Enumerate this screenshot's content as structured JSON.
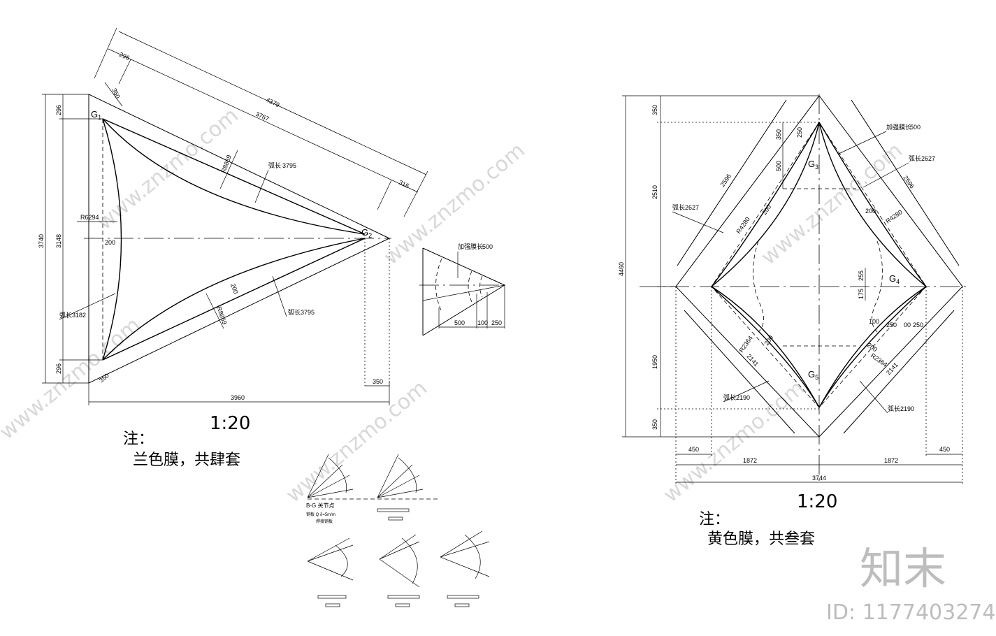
{
  "left_drawing": {
    "dims": {
      "top_4379": "4379",
      "top_296": "296",
      "top_350": "350",
      "top_3767": "3767",
      "top_316": "316",
      "left_3740": "3740",
      "left_3148": "3148",
      "left_296_top": "296",
      "left_296_bot": "296",
      "r6294": "R6294",
      "w200": "200",
      "arc_3182_prefix": "弧长",
      "arc_3182": "3182",
      "bottom_350_diag": "350",
      "bottom_3960": "3960",
      "bottom_350": "350",
      "r8869_upper": "R8869",
      "r8869_lower": "R8869",
      "w200_lower": "200",
      "arc_upper_prefix": "弧长",
      "arc_upper": "3795",
      "arc_lower_prefix": "弧长",
      "arc_lower": "3795"
    },
    "points": {
      "g1": "G",
      "g1_sub": "1",
      "g2": "G",
      "g2_sub": "2"
    },
    "scale": "1:20",
    "note_title": "注：",
    "note_body": "兰色膜，共肆套"
  },
  "detail": {
    "label_prefix": "加强膜长",
    "label_value": "500",
    "d500": "500",
    "d100": "100",
    "d250": "250"
  },
  "right_drawing": {
    "dims": {
      "h4460": "4460",
      "h2510": "2510",
      "h1950": "1950",
      "h350_top": "350",
      "h350_bot": "350",
      "v250": "250",
      "v350": "350",
      "v500": "500",
      "v255": "255",
      "v175": "175",
      "w450_left": "450",
      "w450_right": "450",
      "w1872_left": "1872",
      "w1872_right": "1872",
      "w3744": "3744",
      "r4280_left": "R4280",
      "r4280_right": "R4280",
      "r2364_left": "R2364",
      "r2364_right": "R2364",
      "d2596_left": "2596",
      "d2596_right": "2596",
      "d2141_left": "2141",
      "d2141_right": "2141",
      "d200_ul": "200",
      "d200_ur": "200",
      "d200_ll": "200",
      "d200_lr": "200",
      "d100": "100",
      "d250a": "250",
      "d00": "00",
      "d250b": "250",
      "arc_2627_left_prefix": "弧长",
      "arc_2627_left": "2627",
      "arc_2627_right_prefix": "弧长",
      "arc_2627_right": "2627",
      "arc_2190_left_prefix": "弧长",
      "arc_2190_left": "2190",
      "arc_2190_right_prefix": "弧长",
      "arc_2190_right": "2190",
      "reinforce_prefix": "加强膜长",
      "reinforce_value": "500"
    },
    "points": {
      "g3": "G",
      "g3_sub": "3",
      "g4": "G",
      "g4_sub": "4",
      "g5": "G",
      "g5_sub": "5"
    },
    "scale": "1:20",
    "note_title": "注：",
    "note_body": "黄色膜，共叁套"
  },
  "small_details": {
    "d1_line1": "B-G 关节点",
    "d1_line2": "钢板 Q   δ=5m/m",
    "d1_line3": "焊接钢板"
  },
  "watermark": {
    "brand": "知末",
    "id_text": "ID: 1177403274",
    "site": "www.znzmo.com"
  }
}
